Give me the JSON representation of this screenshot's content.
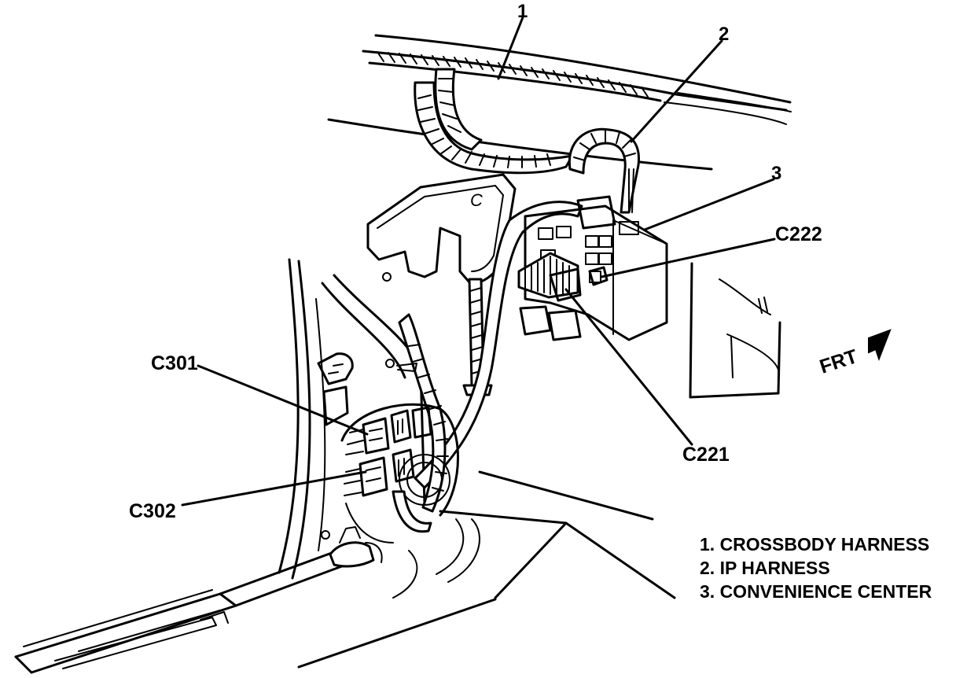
{
  "callouts": {
    "c1": "1",
    "c2": "2",
    "c3": "3",
    "c222": "C222",
    "c221": "C221",
    "c301": "C301",
    "c302": "C302",
    "frt": "FRT"
  },
  "legend": {
    "item1": "1. CROSSBODY HARNESS",
    "item2": "2. IP HARNESS",
    "item3": "3. CONVENIENCE CENTER"
  },
  "icons": [
    "frt-arrow-icon"
  ],
  "colors": {
    "ink": "#000000",
    "paper": "#ffffff"
  }
}
